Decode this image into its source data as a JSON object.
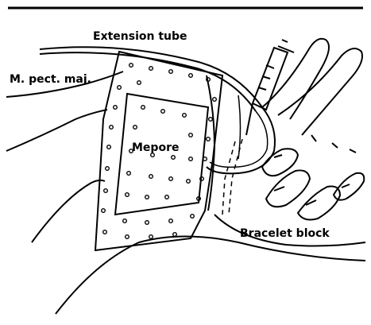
{
  "labels": {
    "extension_tube": "Extension tube",
    "muscle": "M. pect. maj.",
    "dressing": "Mepore",
    "block": "Bracelet block"
  },
  "colors": {
    "ink": "#000000",
    "paper": "#ffffff"
  }
}
